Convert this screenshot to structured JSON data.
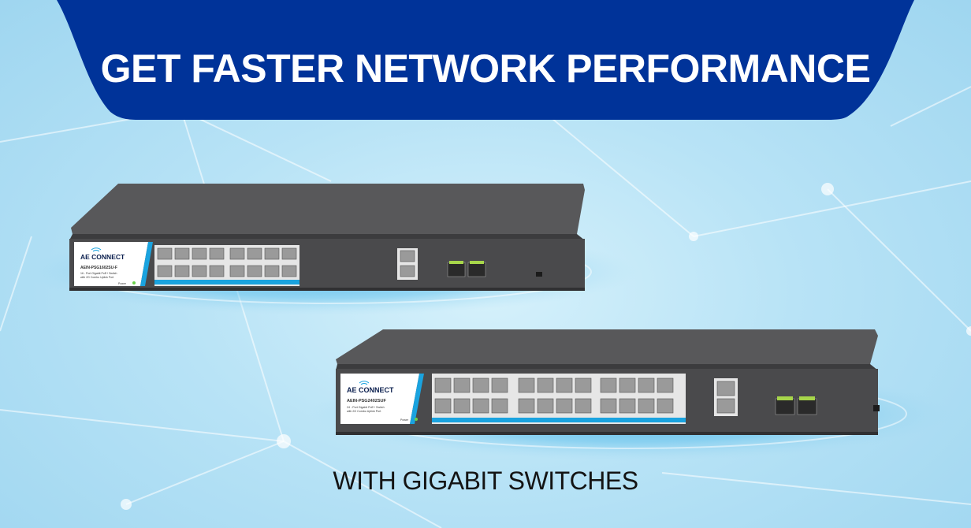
{
  "banner": {
    "title": "GET FASTER NETWORK PERFORMANCE"
  },
  "subtitle": "WITH GIGABIT SWITCHES",
  "colors": {
    "banner": "#003399",
    "background": "#bfe6f7",
    "chassis": "#4f4f51",
    "port_strip": "#1aa3df"
  },
  "switch_top": {
    "brand": "AE CONNECT",
    "model": "AEIN-PSG1602SU-F",
    "description_line1": "16 - Port Gigabit PoE+ Switch",
    "description_line2": "with 2G Combo Uplink Port",
    "power_label": "Power"
  },
  "switch_bottom": {
    "brand": "AE CONNECT",
    "model": "AEIN-PSG2402SUF",
    "description_line1": "24 - Port Gigabit PoE+ Switch",
    "description_line2": "with 2G Combo Uplink Port",
    "power_label": "Power"
  }
}
